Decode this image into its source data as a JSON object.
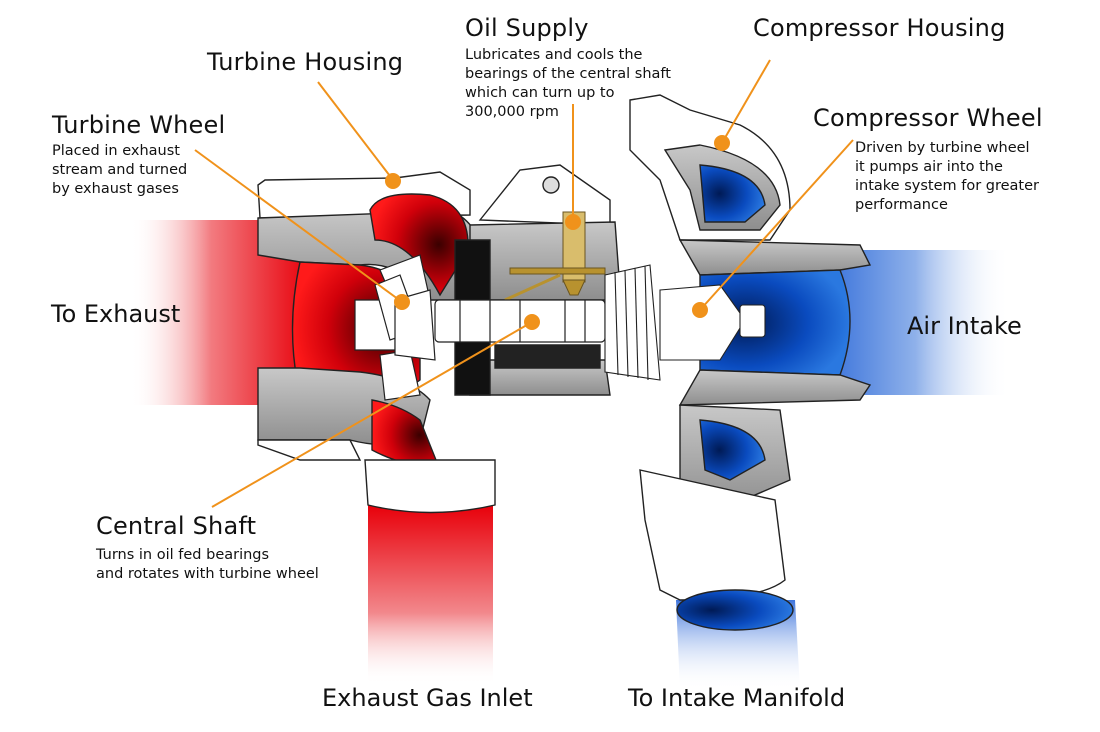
{
  "diagram": {
    "subject": "Turbocharger cross-section",
    "accent_color": "#f0921b",
    "hot_color": "#e8000a",
    "cold_color": "#1f5fd6",
    "metal_color": "#9a9a9a",
    "oil_color": "#c9a24a"
  },
  "callouts": [
    {
      "id": "turbine-housing",
      "title": "Turbine Housing",
      "description": ""
    },
    {
      "id": "turbine-wheel",
      "title": "Turbine Wheel",
      "description": "Placed in exhaust\nstream and turned\nby exhaust gases"
    },
    {
      "id": "oil-supply",
      "title": "Oil Supply",
      "description": "Lubricates and cools the\nbearings of the central shaft\nwhich can turn up to\n300,000 rpm"
    },
    {
      "id": "compressor-housing",
      "title": "Compressor Housing",
      "description": ""
    },
    {
      "id": "compressor-wheel",
      "title": "Compressor Wheel",
      "description": "Driven by turbine wheel\nit pumps air into the\nintake system for greater\nperformance"
    },
    {
      "id": "central-shaft",
      "title": "Central Shaft",
      "description": "Turns in oil fed bearings\nand rotates with turbine wheel"
    }
  ],
  "flows": {
    "to_exhaust": "To Exhaust",
    "air_intake": "Air Intake",
    "exhaust_gas_inlet": "Exhaust Gas Inlet",
    "to_intake_manifold": "To Intake Manifold"
  }
}
